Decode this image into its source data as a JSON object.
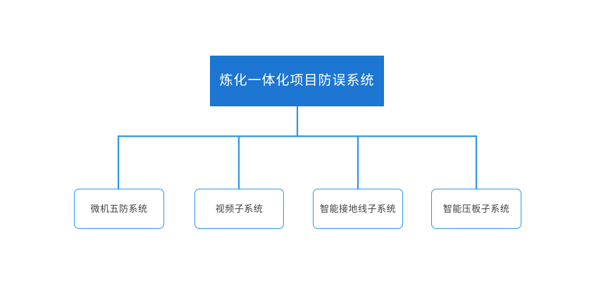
{
  "diagram": {
    "type": "org-chart",
    "orientation": "top-down",
    "background_color": "#ffffff",
    "connector_color": "#2f95e8",
    "root": {
      "label": "炼化一体化项目防误系统",
      "fill_color": "#1c76d2",
      "text_color": "#ffffff"
    },
    "children": [
      {
        "label": "微机五防系统",
        "fill_color": "#ffffff",
        "border_color": "#2f95e8",
        "text_color": "#3f3f3f"
      },
      {
        "label": "视频子系统",
        "fill_color": "#ffffff",
        "border_color": "#2f95e8",
        "text_color": "#3f3f3f"
      },
      {
        "label": "智能接地线子系统",
        "fill_color": "#ffffff",
        "border_color": "#2f95e8",
        "text_color": "#3f3f3f"
      },
      {
        "label": "智能压板子系统",
        "fill_color": "#ffffff",
        "border_color": "#2f95e8",
        "text_color": "#3f3f3f"
      }
    ]
  }
}
